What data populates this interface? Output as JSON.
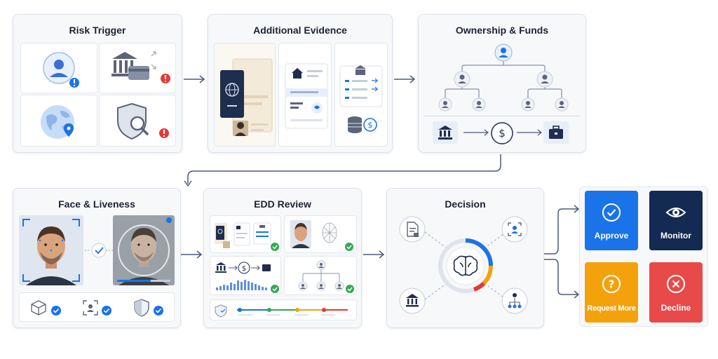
{
  "stages": {
    "risk_trigger": {
      "title": "Risk Trigger"
    },
    "additional_evidence": {
      "title": "Additional Evidence"
    },
    "ownership_funds": {
      "title": "Ownership & Funds"
    },
    "face_liveness": {
      "title": "Face & Liveness"
    },
    "edd_review": {
      "title": "EDD Review"
    },
    "decision": {
      "title": "Decision"
    }
  },
  "outcomes": {
    "approve": {
      "label": "Approve",
      "color": "#1a73e8"
    },
    "monitor": {
      "label": "Monitor",
      "color": "#132a52"
    },
    "request_more": {
      "label": "Request More",
      "color": "#f4a20c"
    },
    "decline": {
      "label": "Decline",
      "color": "#e84a4a"
    }
  },
  "colors": {
    "accent_blue": "#1a73e8",
    "alert_red": "#e53935",
    "check_green": "#34a853",
    "icon_slate": "#5b6478",
    "connector": "#4a5a78"
  },
  "icons": {
    "risk_trigger": [
      "user-alert-icon",
      "bank-card-alert-icon",
      "globe-location-icon",
      "shield-search-alert-icon"
    ],
    "additional_evidence": [
      "passport-icon",
      "document-home-icon",
      "bank-statement-icon"
    ],
    "ownership_funds": [
      "ownership-tree-icon",
      "bank-icon",
      "dollar-icon",
      "briefcase-icon"
    ],
    "face_liveness": [
      "face-scan-icon",
      "liveness-check-icon",
      "3d-cube-check-icon",
      "face-id-check-icon",
      "shield-check-icon"
    ],
    "edd_review": [
      "evidence-check-icon",
      "face-match-check-icon",
      "funds-flow-check-icon",
      "ownership-check-icon",
      "risk-timeline-icon"
    ],
    "decision": [
      "ai-brain-icon",
      "document-icon",
      "face-id-icon",
      "bank-icon",
      "network-icon"
    ],
    "outcomes": [
      "check-circle-icon",
      "eye-icon",
      "question-circle-icon",
      "x-circle-icon"
    ]
  }
}
